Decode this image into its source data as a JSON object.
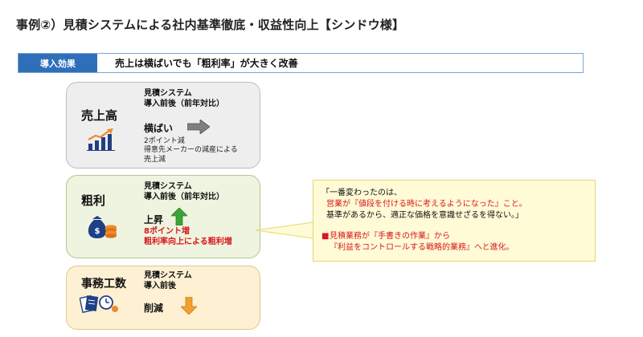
{
  "title": "事例②）見積システムによる社内基準徹底・収益性向上【シンドウ様】",
  "effect": {
    "tag": "導入効果",
    "text": "売上は横ばいでも「粗利率」が大きく改善"
  },
  "cards": {
    "sales": {
      "label": "売上高",
      "heading1": "見積システム",
      "heading2": "導入前後（前年対比）",
      "status": "横ばい",
      "note1": "2ポイント減",
      "note2": "得意先メーカーの減産による",
      "note3": "売上減",
      "icon": "bar-chart-up-icon",
      "arrow": "arrow-right-icon",
      "arrow_color": "#7f7f7f"
    },
    "gross": {
      "label": "粗利",
      "heading1": "見積システム",
      "heading2": "導入前後（前年対比）",
      "status": "上昇",
      "note1": "8ポイント増",
      "note2": "粗利率向上による粗利増",
      "icon": "money-bag-icon",
      "arrow": "arrow-up-icon",
      "arrow_color": "#3aa43a"
    },
    "office": {
      "label": "事務工数",
      "heading1": "見積システム",
      "heading2": "導入前後",
      "status": "削減",
      "icon": "paperwork-icon",
      "arrow": "arrow-down-icon",
      "arrow_color": "#f0a030"
    }
  },
  "quote": {
    "line1": "「一番変わったのは、",
    "line2": "営業が『値段を付ける時に考えるようになった』こと。",
    "line3": "基準があるから、適正な価格を意識せざるを得ない。」",
    "bullet": "■",
    "line4": "見積業務が『手書きの作業』から",
    "line5": "『利益をコントロールする戦略的業務』へと進化。"
  },
  "colors": {
    "accent_blue": "#2f6fba",
    "red_text": "#d8161b",
    "icon_navy": "#1f3f86",
    "icon_orange": "#f08a2a"
  }
}
